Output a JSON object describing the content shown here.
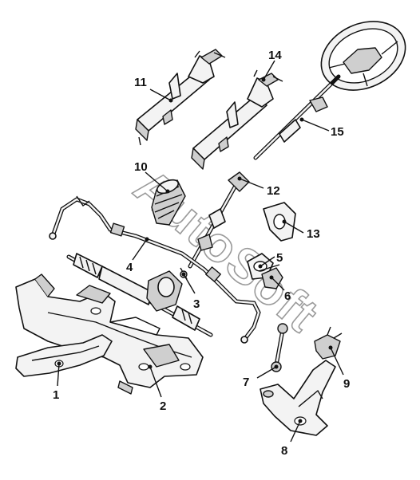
{
  "watermark": {
    "text": "AutoSoft"
  },
  "callouts": [
    {
      "id": "1",
      "label": "1"
    },
    {
      "id": "2",
      "label": "2"
    },
    {
      "id": "3",
      "label": "3"
    },
    {
      "id": "4",
      "label": "4"
    },
    {
      "id": "5",
      "label": "5"
    },
    {
      "id": "6",
      "label": "6"
    },
    {
      "id": "7",
      "label": "7"
    },
    {
      "id": "8",
      "label": "8"
    },
    {
      "id": "9",
      "label": "9"
    },
    {
      "id": "10",
      "label": "10"
    },
    {
      "id": "11",
      "label": "11"
    },
    {
      "id": "12",
      "label": "12"
    },
    {
      "id": "13",
      "label": "13"
    },
    {
      "id": "14",
      "label": "14"
    },
    {
      "id": "15",
      "label": "15"
    }
  ]
}
